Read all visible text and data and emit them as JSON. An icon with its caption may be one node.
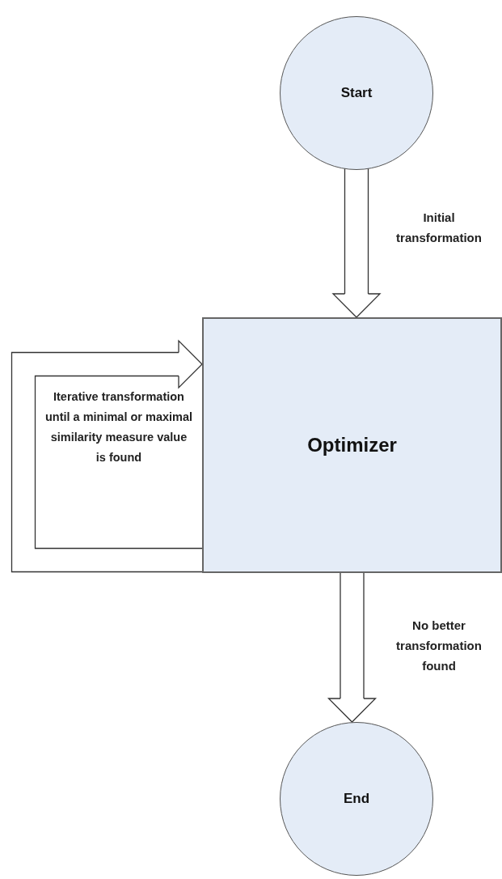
{
  "diagram": {
    "nodes": [
      {
        "text": [
          "Start"
        ]
      },
      {
        "text": [
          "Optimizer"
        ]
      },
      {
        "text": [
          "End"
        ]
      }
    ],
    "edges": [
      {
        "from": 0,
        "to": 1,
        "arrow": "to",
        "label": "Initial transformation"
      },
      {
        "from": 1,
        "to": 1,
        "arrow": "to",
        "label": "Iterative transformation until a minimal or maximal similarity measure value is found"
      },
      {
        "from": 1,
        "to": 2,
        "arrow": "to",
        "label": "No better transformation found"
      }
    ]
  }
}
